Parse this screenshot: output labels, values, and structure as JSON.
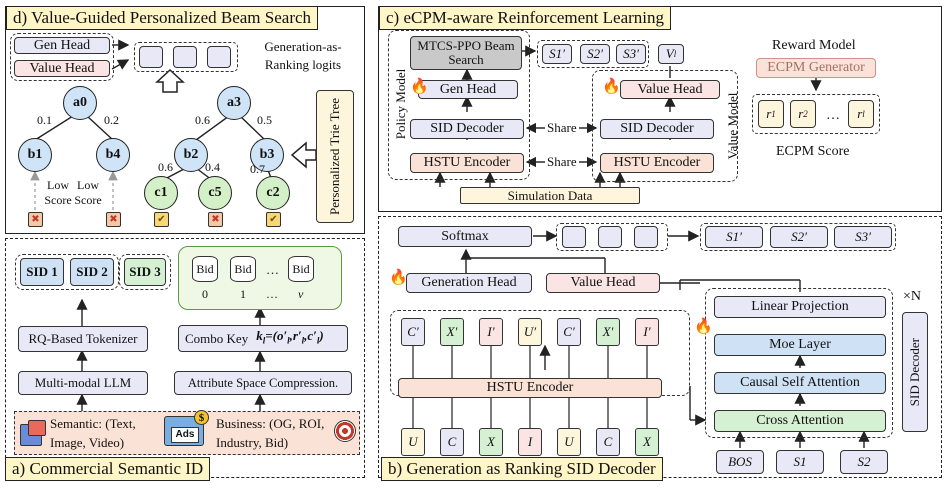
{
  "panels": {
    "d": "d) Value-Guided Personalized Beam Search",
    "c": "c) eCPM-aware Reinforcement Learning",
    "a": "a) Commercial Semantic ID",
    "b": "b) Generation as Ranking SID Decoder"
  },
  "d": {
    "gen_head": "Gen Head",
    "value_head": "Value Head",
    "gar_logits": "Generation-as-Ranking logits",
    "trie": "Personalized Trie Tree",
    "nodes": {
      "a0": "a0",
      "b1": "b1",
      "b4": "b4",
      "a3": "a3",
      "b2": "b2",
      "b3": "b3",
      "c1": "c1",
      "c5": "c5",
      "c2": "c2"
    },
    "weights": {
      "w_b1": "0.1",
      "w_b4": "0.2",
      "w_b2": "0.6",
      "w_b3": "0.5",
      "w_c1": "0.6",
      "w_c5": "0.4",
      "w_c2": "0.7"
    },
    "low_score_1": "Low Score",
    "low_score_2": "Low Score",
    "marks": {
      "x": "✖",
      "check": "✔"
    }
  },
  "c": {
    "policy_model": "Policy Model",
    "value_model": "Value Model",
    "mtcs": "MTCS-PPO Beam Search",
    "gen_head": "Gen Head",
    "sid_decoder_l": "SID Decoder",
    "hstu_l": "HSTU Encoder",
    "value_head": "Value Head",
    "sid_decoder_r": "SID Decoder",
    "hstu_r": "HSTU Encoder",
    "share1": "Share",
    "share2": "Share",
    "sim_data": "Simulation Data",
    "s1": "S1′",
    "s2": "S2′",
    "s3": "S3′",
    "vl": "V",
    "vl_sub": "l",
    "reward_model": "Reward Model",
    "ecpm_gen": "ECPM Generator",
    "r1": "r",
    "r1s": "1",
    "r2": "r",
    "r2s": "2",
    "dots": "…",
    "rl": "r",
    "rls": "l",
    "ecpm_score": "ECPM Score"
  },
  "a": {
    "sid1": "SID 1",
    "sid2": "SID 2",
    "sid3": "SID 3",
    "bid": "Bid",
    "bid_dots": "…",
    "idx0": "0",
    "idx1": "1",
    "idx_dots": "…",
    "idxv": "v",
    "rq": "RQ-Based Tokenizer",
    "mllm": "Multi-modal LLM",
    "combo": "Combo Key",
    "combo_formula": "k",
    "combo_sub": "l",
    "combo_rhs": "=(o′",
    "combo_rest": ",r′",
    "combo_end": ",c′",
    "combo_close": ")",
    "attr": "Attribute Space Compression.",
    "semantic": "Semantic: (Text, Image, Video)",
    "business": "Business: (OG, ROI, Industry, Bid)",
    "ads": "Ads",
    "dollar": "$"
  },
  "b": {
    "softmax": "Softmax",
    "s1": "S1′",
    "s2": "S2′",
    "s3": "S3′",
    "gen_head": "Generation Head",
    "value_head": "Value Head",
    "lin": "Linear Projection",
    "moe": "Moe Layer",
    "csa": "Causal Self Attention",
    "ca": "Cross Attention",
    "xn": "×N",
    "sid_decoder": "SID Decoder",
    "hstu": "HSTU Encoder",
    "out_tokens": [
      "C′",
      "X′",
      "I′",
      "U′",
      "C′",
      "X′",
      "I′"
    ],
    "in_tokens": [
      "U",
      "C",
      "X",
      "I",
      "U",
      "C",
      "X"
    ],
    "dec_in": [
      "BOS",
      "S1",
      "S2"
    ]
  }
}
